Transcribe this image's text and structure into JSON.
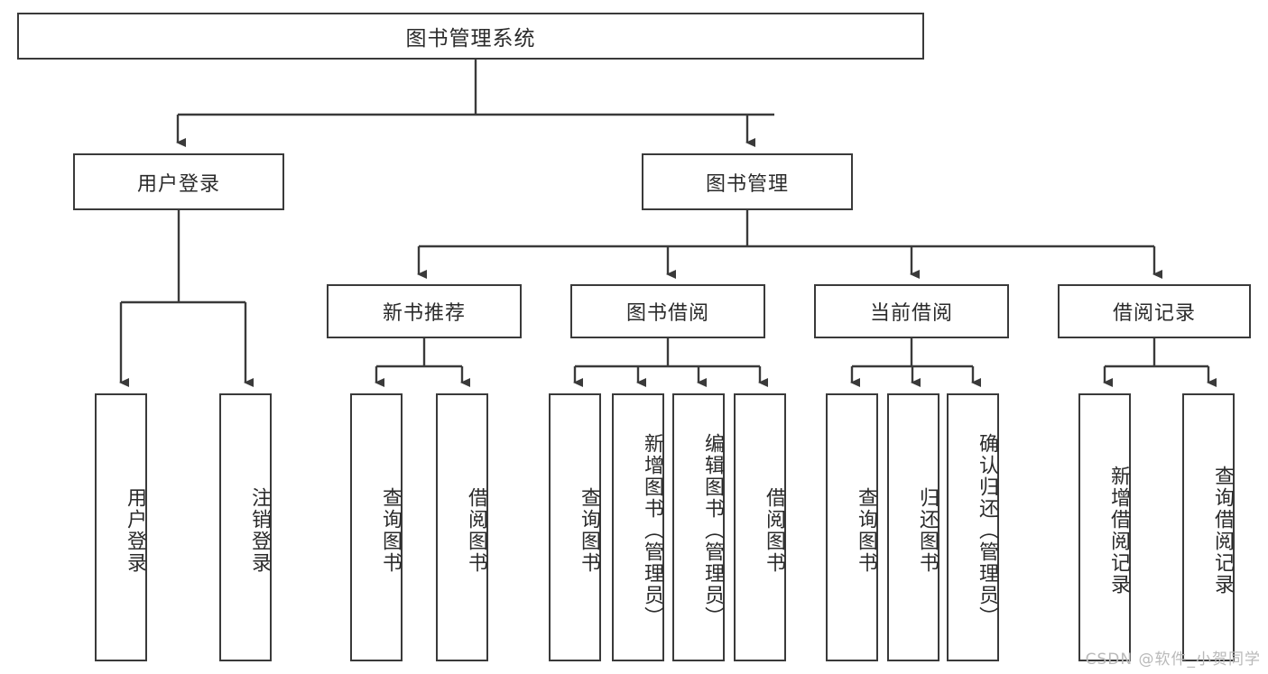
{
  "diagram": {
    "title": "图书管理系统",
    "type": "tree",
    "watermark": "CSDN @软件_小贺同学",
    "colors": {
      "border": "#3a3a3a",
      "text": "#2b2b2b",
      "background": "#ffffff",
      "connector": "#3a3a3a",
      "watermark": "#b9b9b9"
    },
    "levels": {
      "root": [
        "图书管理系统"
      ],
      "level2": [
        "用户登录",
        "图书管理"
      ],
      "level3": [
        "新书推荐",
        "图书借阅",
        "当前借阅",
        "借阅记录"
      ],
      "leaves": [
        "用户登录",
        "注销登录",
        "查询图书",
        "借阅图书",
        "查询图书",
        "新增图书（管理员）",
        "编辑图书（管理员）",
        "借阅图书",
        "查询图书",
        "归还图书",
        "确认归还（管理员）",
        "新增借阅记录",
        "查询借阅记录"
      ]
    },
    "nodes": {
      "root": {
        "label": "图书管理系统"
      },
      "user_login": {
        "label": "用户登录"
      },
      "book_manage": {
        "label": "图书管理"
      },
      "new_book_rec": {
        "label": "新书推荐"
      },
      "book_borrow": {
        "label": "图书借阅"
      },
      "current_borrow": {
        "label": "当前借阅"
      },
      "borrow_record": {
        "label": "借阅记录"
      },
      "leaf_user_login": {
        "label": "用户登录"
      },
      "leaf_logout": {
        "label": "注销登录"
      },
      "leaf_query_book_1": {
        "label": "查询图书"
      },
      "leaf_borrow_book_1": {
        "label": "借阅图书"
      },
      "leaf_query_book_2": {
        "label": "查询图书"
      },
      "leaf_add_book": {
        "label": "新增图书（管理员）"
      },
      "leaf_edit_book": {
        "label": "编辑图书（管理员）"
      },
      "leaf_borrow_book_2": {
        "label": "借阅图书"
      },
      "leaf_query_book_3": {
        "label": "查询图书"
      },
      "leaf_return_book": {
        "label": "归还图书"
      },
      "leaf_confirm_return": {
        "label": "确认归还（管理员）"
      },
      "leaf_add_record": {
        "label": "新增借阅记录"
      },
      "leaf_query_record": {
        "label": "查询借阅记录"
      }
    },
    "edges": [
      {
        "from": "root",
        "to": "user_login"
      },
      {
        "from": "root",
        "to": "book_manage"
      },
      {
        "from": "user_login",
        "to": "leaf_user_login"
      },
      {
        "from": "user_login",
        "to": "leaf_logout"
      },
      {
        "from": "book_manage",
        "to": "new_book_rec"
      },
      {
        "from": "book_manage",
        "to": "book_borrow"
      },
      {
        "from": "book_manage",
        "to": "current_borrow"
      },
      {
        "from": "book_manage",
        "to": "borrow_record"
      },
      {
        "from": "new_book_rec",
        "to": "leaf_query_book_1"
      },
      {
        "from": "new_book_rec",
        "to": "leaf_borrow_book_1"
      },
      {
        "from": "book_borrow",
        "to": "leaf_query_book_2"
      },
      {
        "from": "book_borrow",
        "to": "leaf_add_book"
      },
      {
        "from": "book_borrow",
        "to": "leaf_edit_book"
      },
      {
        "from": "book_borrow",
        "to": "leaf_borrow_book_2"
      },
      {
        "from": "current_borrow",
        "to": "leaf_query_book_3"
      },
      {
        "from": "current_borrow",
        "to": "leaf_return_book"
      },
      {
        "from": "current_borrow",
        "to": "leaf_confirm_return"
      },
      {
        "from": "borrow_record",
        "to": "leaf_add_record"
      },
      {
        "from": "borrow_record",
        "to": "leaf_query_record"
      }
    ]
  }
}
